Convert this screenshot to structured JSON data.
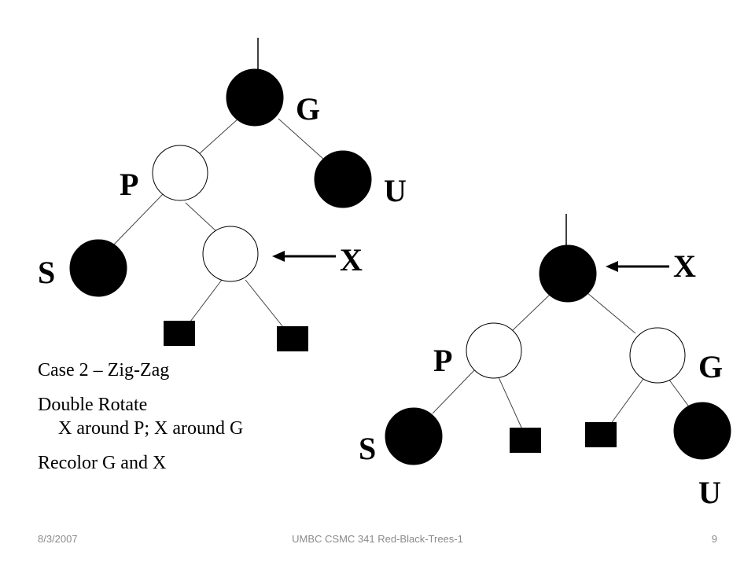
{
  "slide": {
    "case_title": "Case 2 – Zig-Zag",
    "step1_heading": "Double Rotate",
    "step1_detail": "X around P; X around G",
    "step2": "Recolor G and X"
  },
  "diagram": {
    "before": {
      "labels": {
        "G": "G",
        "P": "P",
        "U": "U",
        "S": "S",
        "X": "X"
      }
    },
    "after": {
      "labels": {
        "X": "X",
        "P": "P",
        "G": "G",
        "S": "S",
        "U": "U"
      }
    },
    "colors": {
      "black_node": "#000000",
      "red_node": "#ffffff",
      "stroke": "#000000",
      "edge": "#444444"
    }
  },
  "footer": {
    "date": "8/3/2007",
    "title": "UMBC CSMC 341 Red-Black-Trees-1",
    "page": "9"
  }
}
